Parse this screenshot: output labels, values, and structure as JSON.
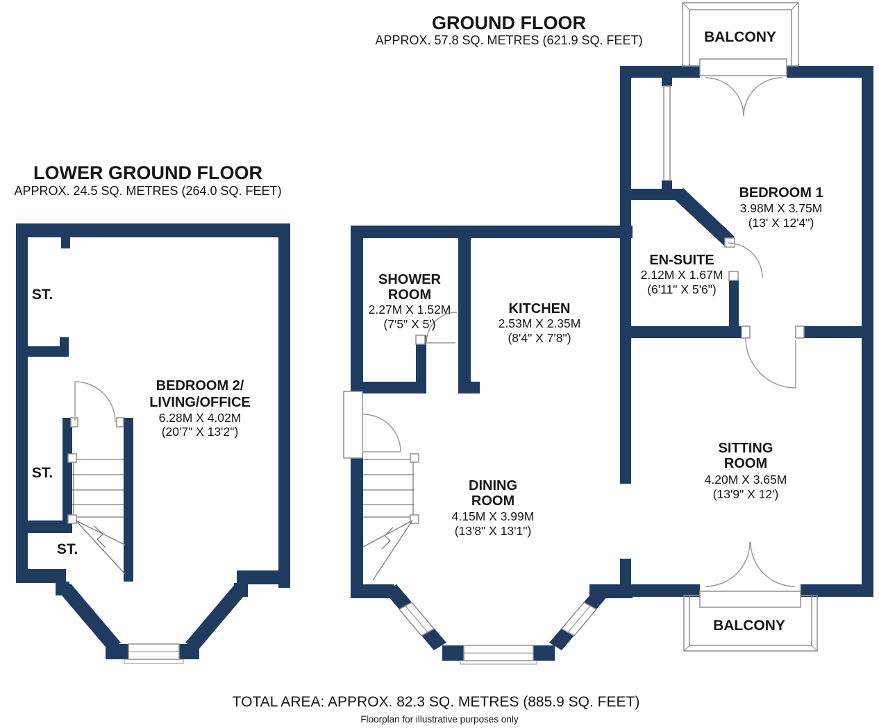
{
  "colors": {
    "wall": "#1f3b60",
    "detail_line": "#8f8f8f",
    "text": "#161616"
  },
  "titles": {
    "ground": {
      "title": "GROUND FLOOR",
      "subtitle": "APPROX. 57.8 SQ. METRES (621.9 SQ. FEET)"
    },
    "lower": {
      "title": "LOWER GROUND FLOOR",
      "subtitle": "APPROX. 24.5 SQ. METRES (264.0 SQ. FEET)"
    }
  },
  "rooms": {
    "bedroom2": {
      "name1": "BEDROOM 2/",
      "name2": "LIVING/OFFICE",
      "metric": "6.28M X 4.02M",
      "imperial": "(20'7\" X 13'2\")"
    },
    "shower": {
      "name1": "SHOWER",
      "name2": "ROOM",
      "metric": "2.27M X 1.52M",
      "imperial": "(7'5\" X 5')"
    },
    "kitchen": {
      "name1": "KITCHEN",
      "metric": "2.53M X 2.35M",
      "imperial": "(8'4\" X 7'8\")"
    },
    "dining": {
      "name1": "DINING",
      "name2": "ROOM",
      "metric": "4.15M X 3.99M",
      "imperial": "(13'8\" X 13'1\")"
    },
    "bedroom1": {
      "name1": "BEDROOM 1",
      "metric": "3.98M X 3.75M",
      "imperial": "(13' X 12'4\")"
    },
    "ensuite": {
      "name1": "EN-SUITE",
      "metric": "2.12M X 1.67M",
      "imperial": "(6'11\" X 5'6\")"
    },
    "sitting": {
      "name1": "SITTING",
      "name2": "ROOM",
      "metric": "4.20M X 3.65M",
      "imperial": "(13'9\" X 12')"
    },
    "balcony_top": {
      "name1": "BALCONY"
    },
    "balcony_bottom": {
      "name1": "BALCONY"
    },
    "st1": {
      "name1": "ST."
    },
    "st2": {
      "name1": "ST."
    },
    "st3": {
      "name1": "ST."
    }
  },
  "footer": {
    "total_area": "TOTAL AREA: APPROX. 82.3 SQ. METRES (885.9 SQ. FEET)",
    "disclaimer": "Floorplan for illustrative purposes only"
  }
}
